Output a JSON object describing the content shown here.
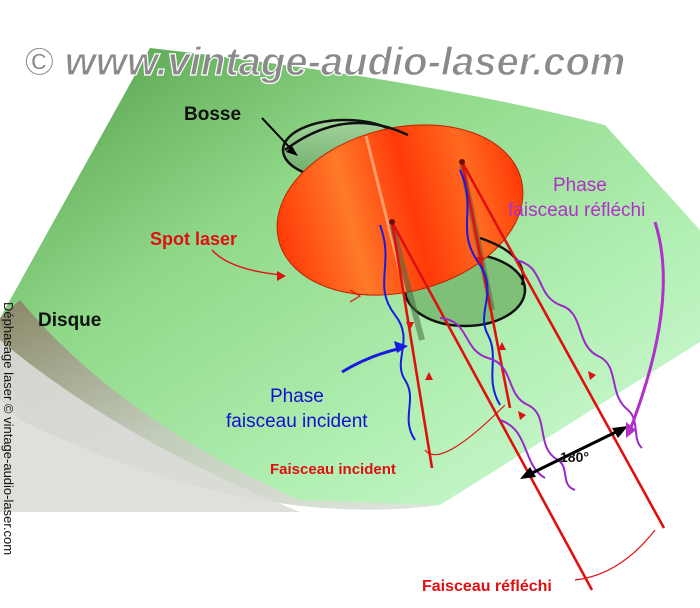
{
  "watermark": {
    "text": "© www.vintage-audio-laser.com",
    "color": "#8a8a8a"
  },
  "labels": {
    "bosse": "Bosse",
    "spot_laser": "Spot laser",
    "disque": "Disque",
    "phase_reflechi_line1": "Phase",
    "phase_reflechi_line2": "faisceau réfléchi",
    "phase_incident_line1": "Phase",
    "phase_incident_line2": "faisceau incident",
    "faisceau_incident": "Faisceau incident",
    "faisceau_reflechi": "Faisceau réfléchi",
    "angle": "180°"
  },
  "side_caption": "Déphasage laser  ©  vintage-audio-laser.com",
  "colors": {
    "beam": "#e01010",
    "incident_wave": "#1a1ae0",
    "reflected_wave": "#9a28c8",
    "spot": "#ff4a10",
    "disc": "#8fe08f",
    "phase_reflechi_text": "#b030c8",
    "phase_incident_text": "#1010d0",
    "red_text": "#e01010"
  }
}
